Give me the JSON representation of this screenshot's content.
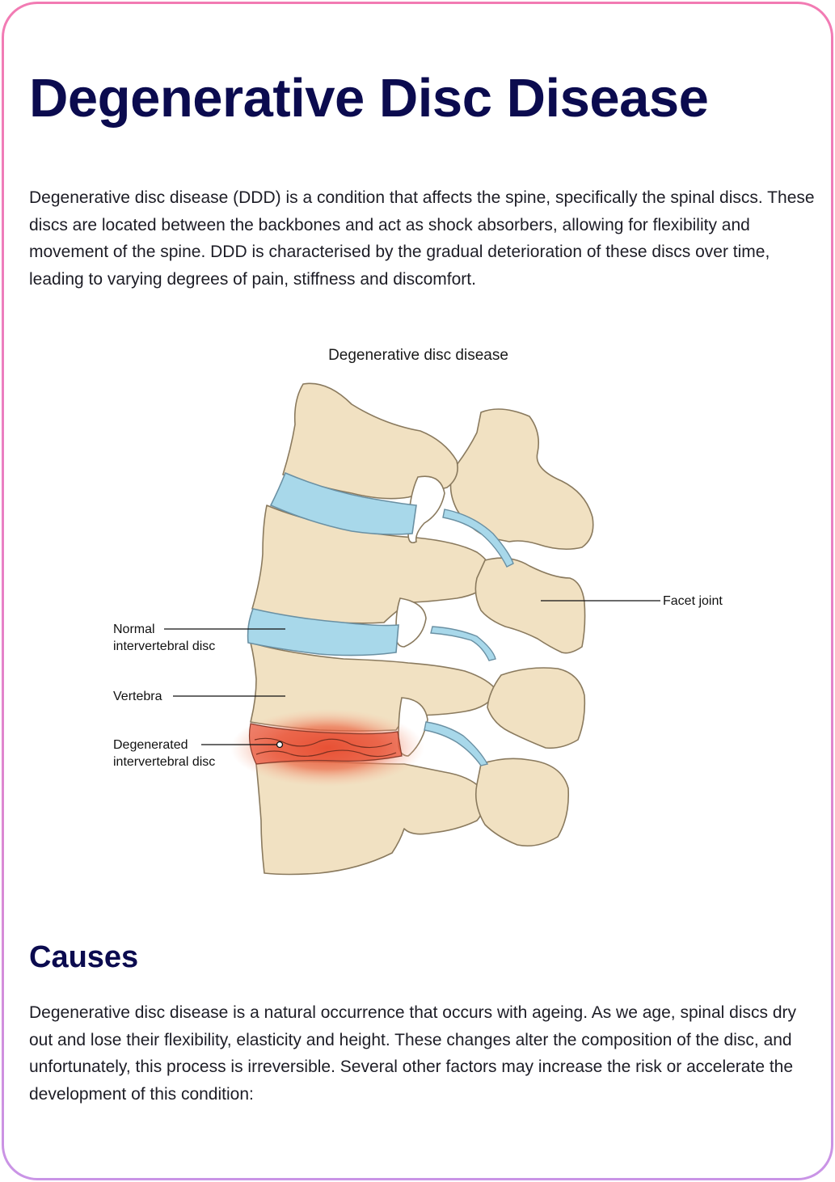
{
  "article": {
    "title": "Degenerative Disc Disease",
    "intro": "Degenerative disc disease (DDD) is a condition that affects the spine, specifically the spinal discs. These discs are located between the backbones and act as shock absorbers, allowing for flexibility and movement of the spine. DDD is characterised by the gradual deterioration of these discs over time, leading to varying degrees of pain, stiffness and discomfort."
  },
  "figure": {
    "title": "Degenerative disc disease",
    "labels": {
      "normal_disc_line1": "Normal",
      "normal_disc_line2": "intervertebral disc",
      "vertebra": "Vertebra",
      "degenerated_line1": "Degenerated",
      "degenerated_line2": "intervertebral disc",
      "facet_joint": "Facet joint"
    },
    "colors": {
      "bone": "#f1e1c2",
      "bone_outline": "#8a7a5e",
      "healthy_disc": "#a8d8ea",
      "inflamed_disc": "#e8553a"
    }
  },
  "causes": {
    "heading": "Causes",
    "text": "Degenerative disc disease is a natural occurrence that occurs with ageing. As we age, spinal discs dry out and lose their flexibility, elasticity and height. These changes alter the composition of the disc, and unfortunately, this process is irreversible. Several other factors may increase the risk or accelerate the development of this condition:"
  },
  "theme": {
    "heading_color": "#0b0b4f",
    "border_gradient": [
      "#f27bb3",
      "#c994e6"
    ]
  }
}
